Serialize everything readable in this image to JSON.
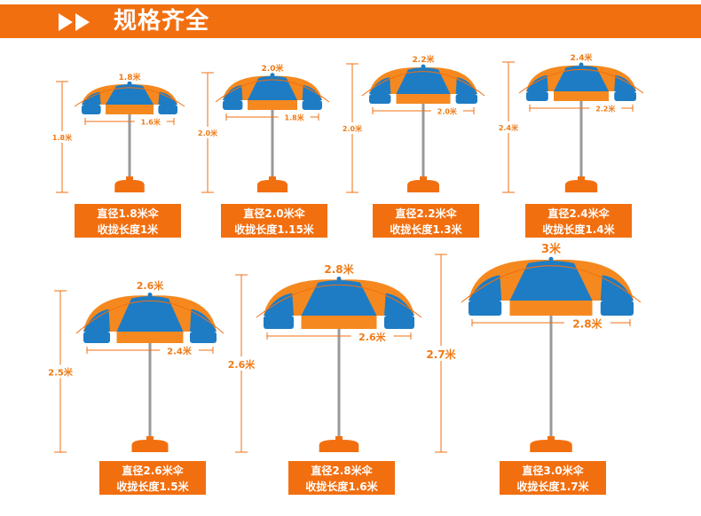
{
  "header": {
    "title": "规格齐全"
  },
  "colors": {
    "orange": "#f5891f",
    "blue": "#1e7cc4",
    "accent": "#f26f10",
    "pole": "#999999"
  },
  "umbrellas": [
    {
      "diameter_label": "1.8米",
      "width_label": "1.6米",
      "height_label": "1.8米",
      "caption1": "直径1.8米伞",
      "caption2": "收拢长度1米"
    },
    {
      "diameter_label": "2.0米",
      "width_label": "1.8米",
      "height_label": "2.0米",
      "caption1": "直径2.0米伞",
      "caption2": "收拢长度1.15米"
    },
    {
      "diameter_label": "2.2米",
      "width_label": "2.0米",
      "height_label": "2.0米",
      "caption1": "直径2.2米伞",
      "caption2": "收拢长度1.3米"
    },
    {
      "diameter_label": "2.4米",
      "width_label": "2.2米",
      "height_label": "2.4米",
      "caption1": "直径2.4米伞",
      "caption2": "收拢长度1.4米"
    },
    {
      "diameter_label": "2.6米",
      "width_label": "2.4米",
      "height_label": "2.5米",
      "caption1": "直径2.6米伞",
      "caption2": "收拢长度1.5米"
    },
    {
      "diameter_label": "2.8米",
      "width_label": "2.6米",
      "height_label": "2.6米",
      "caption1": "直径2.8米伞",
      "caption2": "收拢长度1.6米"
    },
    {
      "diameter_label": "3米",
      "width_label": "2.8米",
      "height_label": "2.7米",
      "caption1": "直径3.0米伞",
      "caption2": "收拢长度1.7米"
    }
  ]
}
